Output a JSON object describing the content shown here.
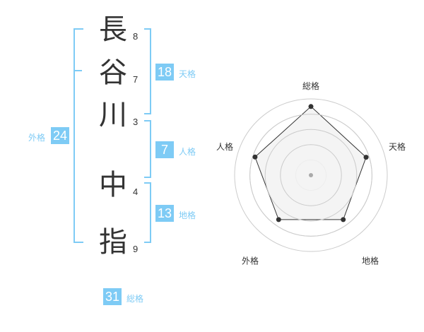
{
  "name_chars": [
    {
      "char": "長",
      "strokes": "8"
    },
    {
      "char": "谷",
      "strokes": "7"
    },
    {
      "char": "川",
      "strokes": "3"
    },
    {
      "char": "中",
      "strokes": "4"
    },
    {
      "char": "指",
      "strokes": "9"
    }
  ],
  "kaku": {
    "tenkaku": {
      "value": "18",
      "label": "天格"
    },
    "jinkaku": {
      "value": "7",
      "label": "人格"
    },
    "chikaku": {
      "value": "13",
      "label": "地格"
    },
    "gaikaku": {
      "value": "24",
      "label": "外格"
    },
    "soukaku": {
      "value": "31",
      "label": "総格"
    }
  },
  "radar": {
    "axes": [
      "総格",
      "天格",
      "地格",
      "外格",
      "人格"
    ],
    "values": [
      0.9,
      0.76,
      0.72,
      0.72,
      0.77
    ],
    "colors": {
      "fill": "#f2f2f2",
      "line": "#333333",
      "grid": "#cccccc",
      "center": "#aaaaaa"
    }
  }
}
